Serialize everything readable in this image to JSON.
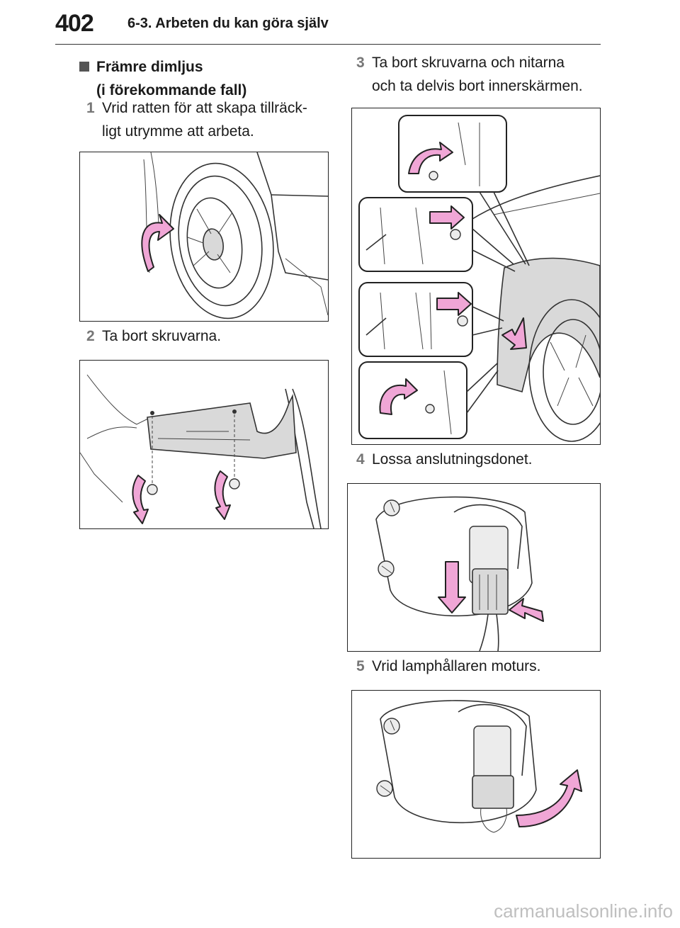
{
  "header": {
    "page_number": "402",
    "section_title": "6-3. Arbeten du kan göra själv"
  },
  "heading": {
    "line1": "Främre dimljus",
    "line2": "(i förekommande fall)"
  },
  "steps": [
    {
      "num": "1",
      "line1": "Vrid ratten för att skapa tillräck-",
      "line2": "ligt utrymme att arbeta."
    },
    {
      "num": "2",
      "line1": "Ta bort skruvarna.",
      "line2": ""
    },
    {
      "num": "3",
      "line1": "Ta bort skruvarna och nitarna",
      "line2": "och ta delvis bort innerskärmen."
    },
    {
      "num": "4",
      "line1": "Lossa anslutningsdonet.",
      "line2": ""
    },
    {
      "num": "5",
      "line1": "Vrid lamphållaren moturs.",
      "line2": ""
    }
  ],
  "watermark": "carmanualsonline.info",
  "colors": {
    "arrow_pink": "#f0a6d6",
    "heading_square": "#555555",
    "step_number": "#777777"
  }
}
